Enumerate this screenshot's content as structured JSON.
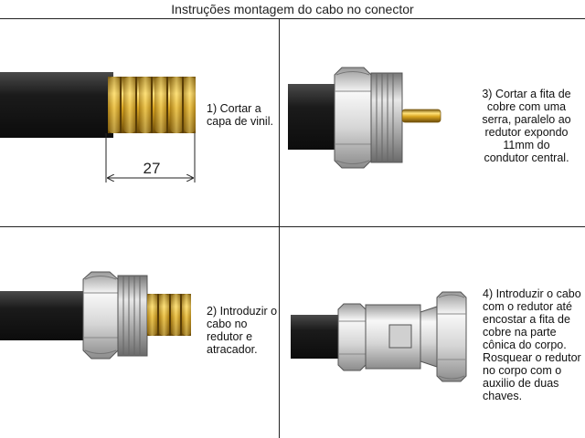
{
  "title": "Instruções montagem do cabo no conector",
  "dimension_label": "27",
  "steps": {
    "step1": "1) Cortar a\ncapa de vinil.",
    "step2": "2) Introduzir o\ncabo no\nredutor e\natracador.",
    "step3": "3) Cortar a fita de\ncobre com uma\nserra, paralelo ao\nredutor expondo\n11mm do\ncondutor central.",
    "step4": "4) Introduzir o cabo\ncom o redutor até\nencostar a fita de\ncobre na parte\ncônica do corpo.\nRosquear o redutor\nno corpo com o\nauxilio de duas\nchaves."
  },
  "colors": {
    "cable": "#1a1a1a",
    "brass": "#d9a520",
    "metal": "#e4e4e4",
    "line": "#222222"
  }
}
